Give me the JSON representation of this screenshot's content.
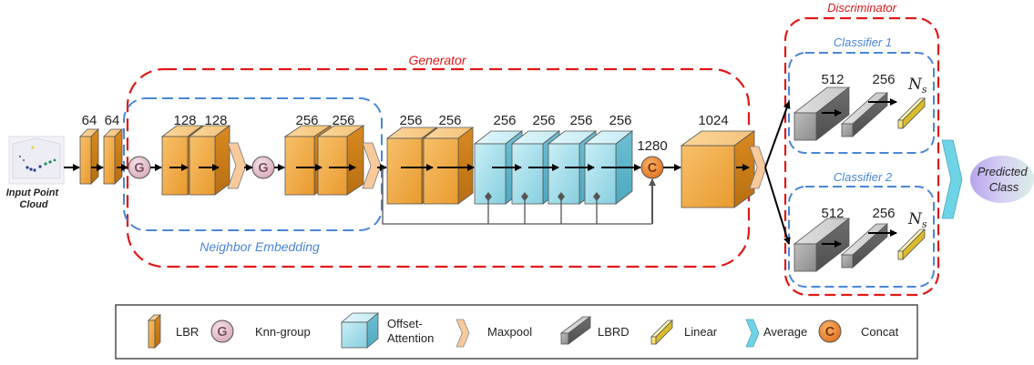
{
  "input_label": "Input Point Cloud",
  "input_label_lines": [
    "Input Point",
    "Cloud"
  ],
  "generator_label": "Generator",
  "discriminator_label": "Discriminator",
  "neighbor_embedding_label": "Neighbor Embedding",
  "classifier1_label": "Classifier 1",
  "classifier2_label": "Classifier 2",
  "output_label": "Predicted Class",
  "output_label_lines": [
    "Predicted",
    "Class"
  ],
  "dims": {
    "lbr_input": [
      "64",
      "64"
    ],
    "neighbor_block1": [
      "128",
      "128"
    ],
    "neighbor_block2": [
      "256",
      "256"
    ],
    "lbr_pair": [
      "256",
      "256"
    ],
    "offset_attention": [
      "256",
      "256",
      "256",
      "256"
    ],
    "concat": "1280",
    "global": "1024",
    "classifier1": [
      "512",
      "256"
    ],
    "classifier2": [
      "512",
      "256"
    ],
    "ns": "N",
    "ns_sub": "s"
  },
  "legend": [
    {
      "icon": "lbr-icon",
      "label": "LBR"
    },
    {
      "icon": "knn-group-icon",
      "label": "Knn-group"
    },
    {
      "icon": "offset-attention-icon",
      "label": "Offset-Attention",
      "lines": [
        "Offset-",
        "Attention"
      ]
    },
    {
      "icon": "maxpool-icon",
      "label": "Maxpool"
    },
    {
      "icon": "lbrd-icon",
      "label": "LBRD"
    },
    {
      "icon": "linear-icon",
      "label": "Linear"
    },
    {
      "icon": "average-icon",
      "label": "Average"
    },
    {
      "icon": "concat-icon",
      "label": "Concat"
    }
  ],
  "glyphs": {
    "knn": "G",
    "concat": "C"
  },
  "colors": {
    "generator_border": "#e01818",
    "classifier_border": "#4a86d6",
    "lbr_fill": "#f2a945",
    "offset_fill": "#9fdcea",
    "lbrd_fill": "#8a8a8a",
    "linear_fill": "#f3e26a",
    "average_fill": "#6fd3e6",
    "maxpool_fill": "#f8c99a"
  }
}
